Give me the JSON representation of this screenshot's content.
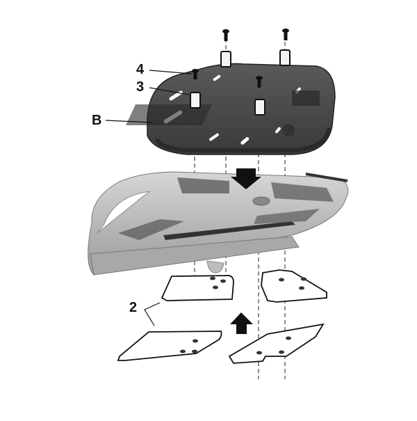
{
  "diagram": {
    "type": "exploded-assembly-view",
    "background": "#ffffff",
    "labels": [
      {
        "id": "4",
        "text": "4",
        "part": "screw"
      },
      {
        "id": "3",
        "text": "3",
        "part": "spacer-nut"
      },
      {
        "id": "B",
        "text": "B",
        "part": "mounting-plate"
      },
      {
        "id": "2",
        "text": "2",
        "part": "reinforcement-plates"
      }
    ],
    "arrows": [
      {
        "direction": "down",
        "meaning": "lower plate onto rack"
      },
      {
        "direction": "up",
        "meaning": "raise reinforcement plates from below"
      }
    ],
    "colors": {
      "plate": "#4a4a4a",
      "plate_dark": "#2f2f2f",
      "rack": "#bdbdbd",
      "rack_shadow": "#8c8c8c",
      "outline": "#111111",
      "slot": "#ffffff"
    }
  }
}
